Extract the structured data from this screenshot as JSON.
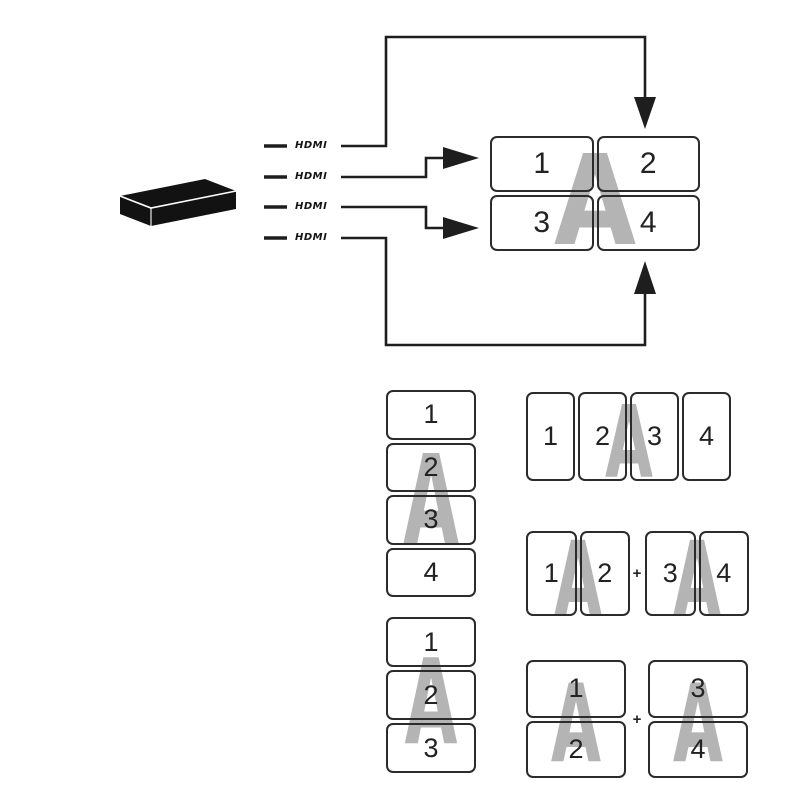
{
  "diagram_title": "hdmi-video-wall-routing",
  "ports": [
    "HDMI",
    "HDMI",
    "HDMI",
    "HDMI"
  ],
  "wall_2x2": {
    "cells": [
      "1",
      "2",
      "3",
      "4"
    ],
    "overlay": "A"
  },
  "stack_v4": {
    "cells": [
      "1",
      "2",
      "3",
      "4"
    ],
    "overlay": "A"
  },
  "stack_v3": {
    "cells": [
      "1",
      "2",
      "3"
    ],
    "overlay": "A"
  },
  "row_h4": {
    "cells": [
      "1",
      "2",
      "3",
      "4"
    ],
    "overlay": "A"
  },
  "pair_h": {
    "left": {
      "cells": [
        "1",
        "2"
      ],
      "overlay": "A"
    },
    "right": {
      "cells": [
        "3",
        "4"
      ],
      "overlay": "A"
    },
    "separator": "+"
  },
  "pair_v": {
    "left": {
      "cells": [
        "1",
        "2"
      ],
      "overlay": "A"
    },
    "right": {
      "cells": [
        "3",
        "4"
      ],
      "overlay": "A"
    },
    "separator": "+"
  },
  "colors": {
    "line": "#1e1e1e",
    "overlay": "#b4b4b4",
    "cell_border": "#2b2b2b",
    "ink": "#222222"
  }
}
